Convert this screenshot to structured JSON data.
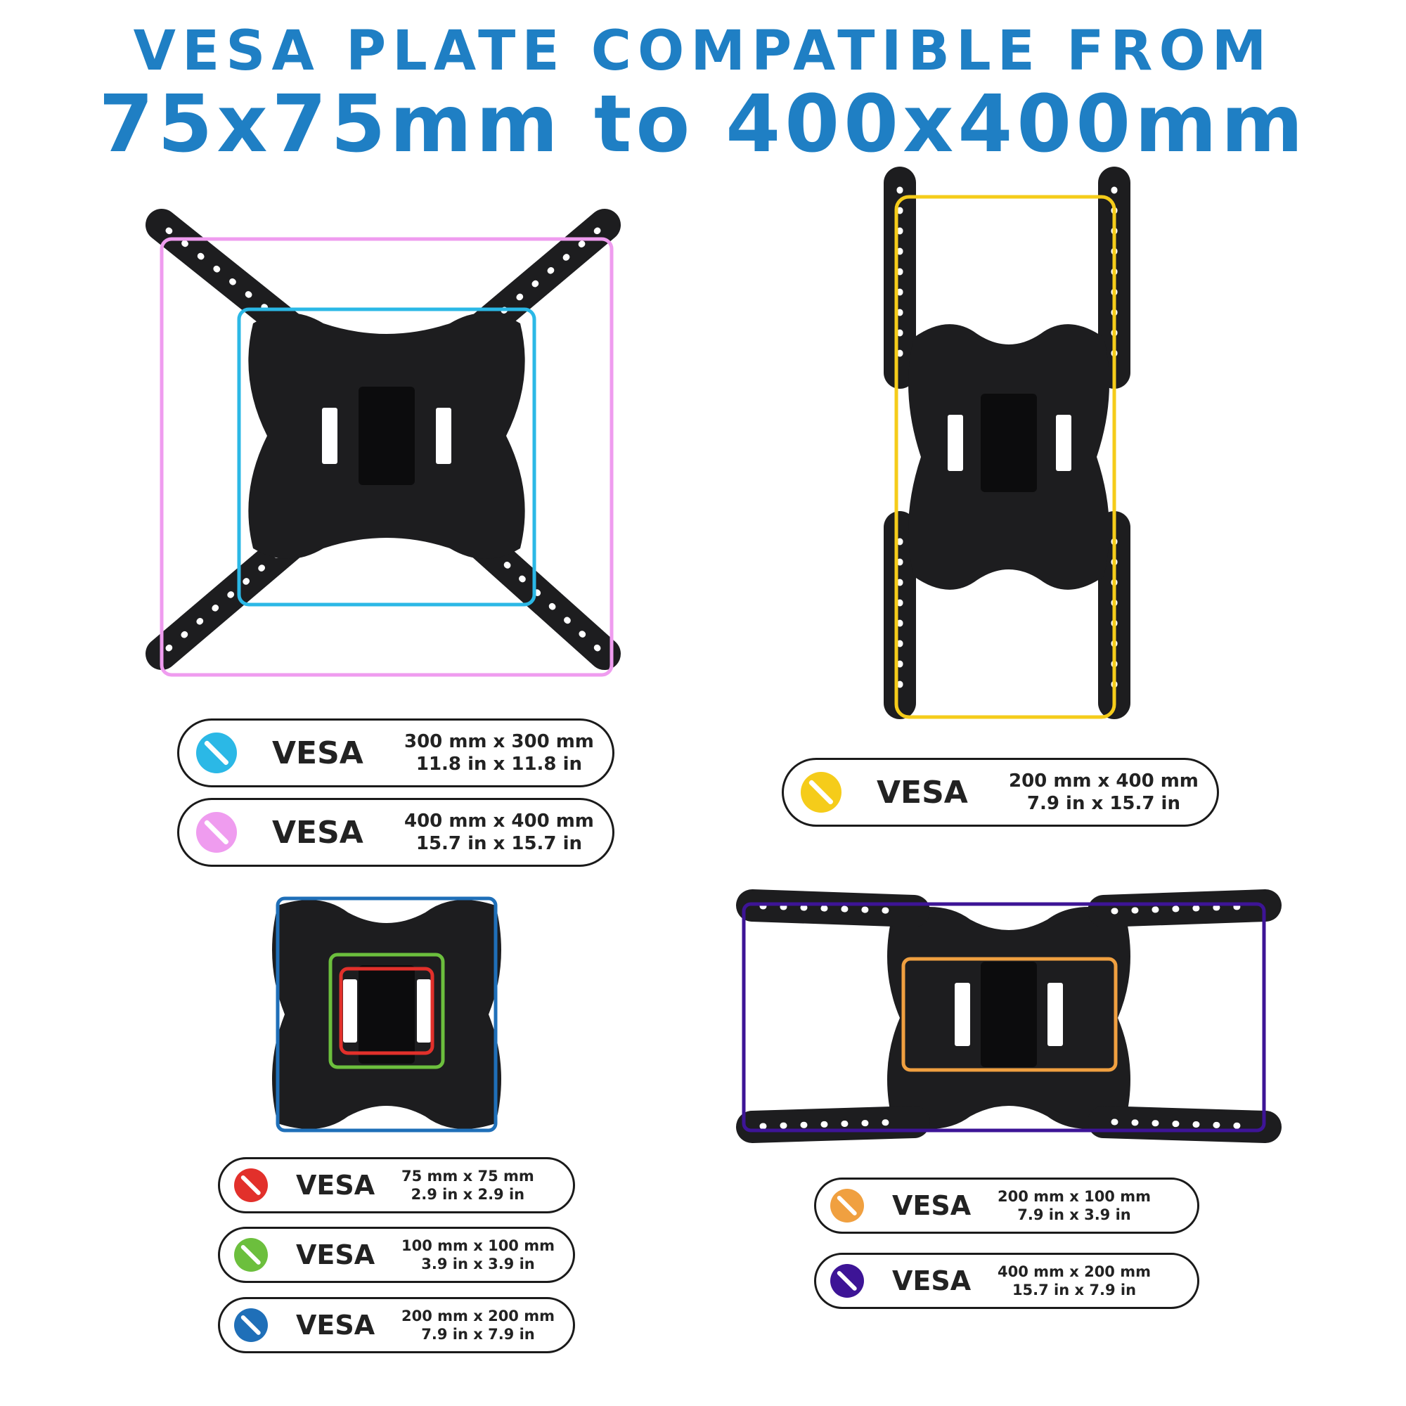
{
  "header": {
    "line1": "VESA PLATE COMPATIBLE FROM",
    "line2": "75x75mm to 400x400mm"
  },
  "colors": {
    "title": "#1f7fc4",
    "cyan": "#2bb8e6",
    "pink": "#ef9cef",
    "yellow": "#f5cc1a",
    "red": "#e2302b",
    "green": "#6cbf3d",
    "blue": "#1f6fb8",
    "orange": "#f0a040",
    "purple": "#3d1496",
    "metal": "#1d1d1f"
  },
  "specs": {
    "vesa_300x300": {
      "label": "VESA",
      "metric": "300 mm x 300 mm",
      "imperial": "11.8 in x 11.8 in",
      "icon": "cyan-marker-icon"
    },
    "vesa_400x400": {
      "label": "VESA",
      "metric": "400 mm x 400 mm",
      "imperial": "15.7 in x 15.7 in",
      "icon": "pink-marker-icon"
    },
    "vesa_200x400": {
      "label": "VESA",
      "metric": "200 mm x 400 mm",
      "imperial": "7.9 in x 15.7 in",
      "icon": "yellow-marker-icon"
    },
    "vesa_75x75": {
      "label": "VESA",
      "metric": "75 mm x 75 mm",
      "imperial": "2.9 in x 2.9 in",
      "icon": "red-marker-icon"
    },
    "vesa_100x100": {
      "label": "VESA",
      "metric": "100 mm x 100 mm",
      "imperial": "3.9 in x 3.9 in",
      "icon": "green-marker-icon"
    },
    "vesa_200x200": {
      "label": "VESA",
      "metric": "200 mm x 200 mm",
      "imperial": "7.9 in x 7.9 in",
      "icon": "blue-marker-icon"
    },
    "vesa_200x100": {
      "label": "VESA",
      "metric": "200 mm x 100 mm",
      "imperial": "7.9 in x 3.9 in",
      "icon": "orange-marker-icon"
    },
    "vesa_400x200": {
      "label": "VESA",
      "metric": "400 mm x 200 mm",
      "imperial": "15.7 in x 7.9 in",
      "icon": "purple-marker-icon"
    }
  }
}
